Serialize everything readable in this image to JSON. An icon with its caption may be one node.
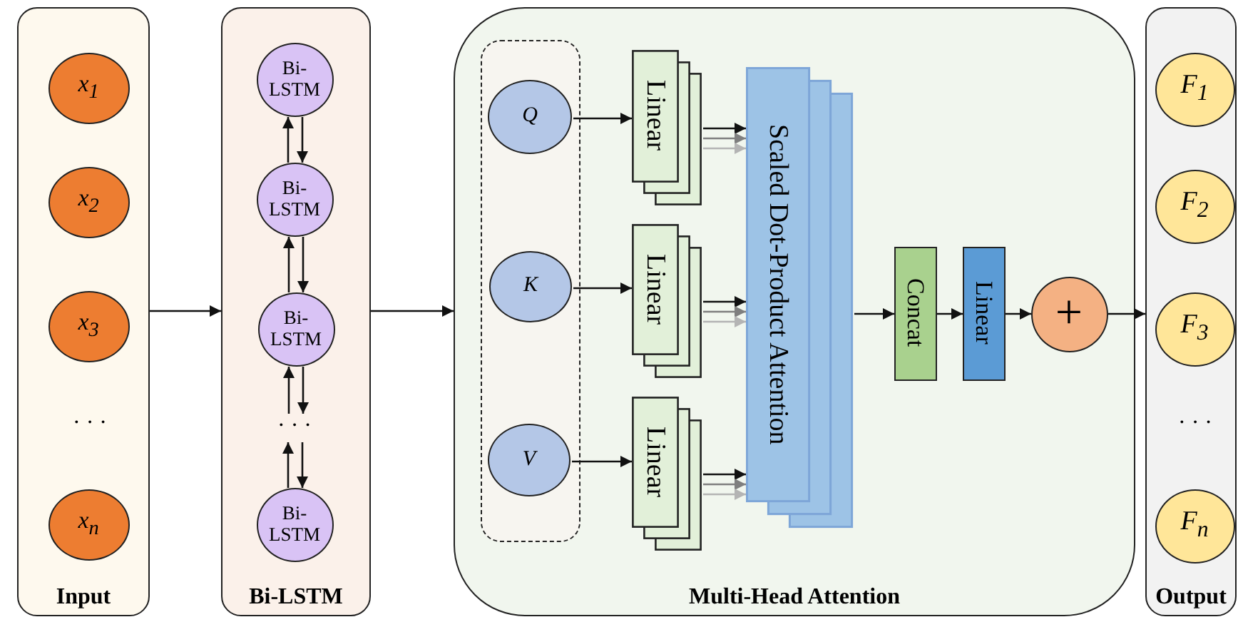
{
  "diagram": {
    "nodes": [
      {
        "text": [
          "Input"
        ]
      },
      {
        "text": [
          "x$_{1}$"
        ],
        "in": 0
      },
      {
        "text": [
          "x$_{2}$"
        ],
        "in": 0
      },
      {
        "text": [
          "x$_{3}$"
        ],
        "in": 0
      },
      {
        "text": [
          "x$_{n}$"
        ],
        "in": 0
      },
      {
        "text": [
          "Bi-LSTM"
        ]
      },
      {
        "text": [
          "Bi-LSTM"
        ],
        "in": 5
      },
      {
        "text": [
          "Bi-LSTM"
        ],
        "in": 5
      },
      {
        "text": [
          "Bi-LSTM"
        ],
        "in": 5
      },
      {
        "text": [
          "· · ·"
        ],
        "in": 5
      },
      {
        "text": [
          "Bi-LSTM"
        ],
        "in": 5
      },
      {
        "text": [
          "Multi-Head Attention"
        ]
      },
      {
        "text": [],
        "shape": "box",
        "in": 11
      },
      {
        "text": [
          "Q"
        ],
        "in": 12
      },
      {
        "text": [
          "K"
        ],
        "in": 12
      },
      {
        "text": [
          "V"
        ],
        "in": 12
      },
      {
        "text": [
          "Linear"
        ],
        "in": 11
      },
      {
        "text": [
          "Linear"
        ],
        "in": 11
      },
      {
        "text": [
          "Linear"
        ],
        "in": 11
      },
      {
        "text": [
          "Scaled Dot-Product Attention"
        ],
        "in": 11
      },
      {
        "text": [
          "Concat"
        ],
        "in": 11
      },
      {
        "text": [
          "Linear"
        ],
        "in": 11
      },
      {
        "text": [
          "+"
        ],
        "in": 11
      },
      {
        "text": [
          "Output"
        ]
      },
      {
        "text": [
          "F$_{1}$"
        ],
        "in": 23
      },
      {
        "text": [
          "F$_{2}$"
        ],
        "in": 23
      },
      {
        "text": [
          "F$_{3}$"
        ],
        "in": 23
      },
      {
        "text": [
          "F$_{n}$"
        ],
        "in": 23
      }
    ],
    "edges": [
      {
        "from": 0,
        "to": 5,
        "arrow": "to"
      },
      {
        "from": 7,
        "to": 6,
        "arrow": "to"
      },
      {
        "from": 6,
        "to": 7,
        "arrow": "to"
      },
      {
        "from": 8,
        "to": 7,
        "arrow": "to"
      },
      {
        "from": 7,
        "to": 8,
        "arrow": "to"
      },
      {
        "from": 9,
        "to": 8,
        "arrow": "to"
      },
      {
        "from": 8,
        "to": 9,
        "arrow": "to"
      },
      {
        "from": 10,
        "to": 9,
        "arrow": "to"
      },
      {
        "from": 9,
        "to": 10,
        "arrow": "to"
      },
      {
        "from": 5,
        "to": 11,
        "arrow": "to"
      },
      {
        "from": 13,
        "to": 16,
        "arrow": "to"
      },
      {
        "from": 14,
        "to": 17,
        "arrow": "to"
      },
      {
        "from": 15,
        "to": 18,
        "arrow": "to"
      },
      {
        "from": 16,
        "to": 19,
        "arrow": "to"
      },
      {
        "from": 16,
        "to": 19,
        "arrow": "to",
        "color": "#7f7f7f"
      },
      {
        "from": 16,
        "to": 19,
        "arrow": "to",
        "color": "#b4b4b4"
      },
      {
        "from": 17,
        "to": 19,
        "arrow": "to"
      },
      {
        "from": 17,
        "to": 19,
        "arrow": "to",
        "color": "#7f7f7f"
      },
      {
        "from": 17,
        "to": 19,
        "arrow": "to",
        "color": "#b4b4b4"
      },
      {
        "from": 18,
        "to": 19,
        "arrow": "to"
      },
      {
        "from": 18,
        "to": 19,
        "arrow": "to",
        "color": "#7f7f7f"
      },
      {
        "from": 18,
        "to": 19,
        "arrow": "to",
        "color": "#b4b4b4"
      },
      {
        "from": 19,
        "to": 20,
        "arrow": "to"
      },
      {
        "from": 20,
        "to": 21,
        "arrow": "to"
      },
      {
        "from": 21,
        "to": 22,
        "arrow": "to"
      },
      {
        "from": 22,
        "to": 23,
        "arrow": "to"
      }
    ],
    "labels": [
      "· · ·",
      "· · ·"
    ]
  }
}
